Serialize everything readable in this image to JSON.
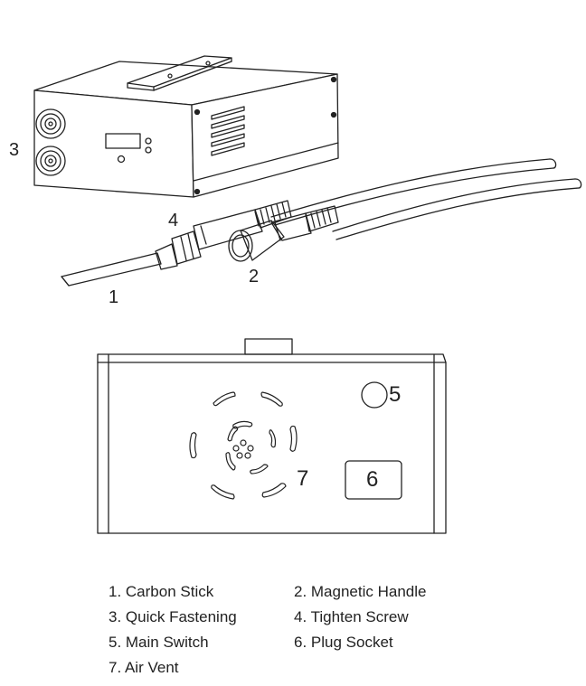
{
  "callouts": {
    "c1": "1",
    "c2": "2",
    "c3": "3",
    "c4": "4",
    "c5": "5",
    "c6": "6",
    "c7": "7"
  },
  "legend": [
    "1. Carbon Stick",
    "2. Magnetic Handle",
    "3. Quick Fastening",
    "4. Tighten Screw",
    "5. Main Switch",
    "6. Plug Socket",
    "7. Air Vent"
  ]
}
